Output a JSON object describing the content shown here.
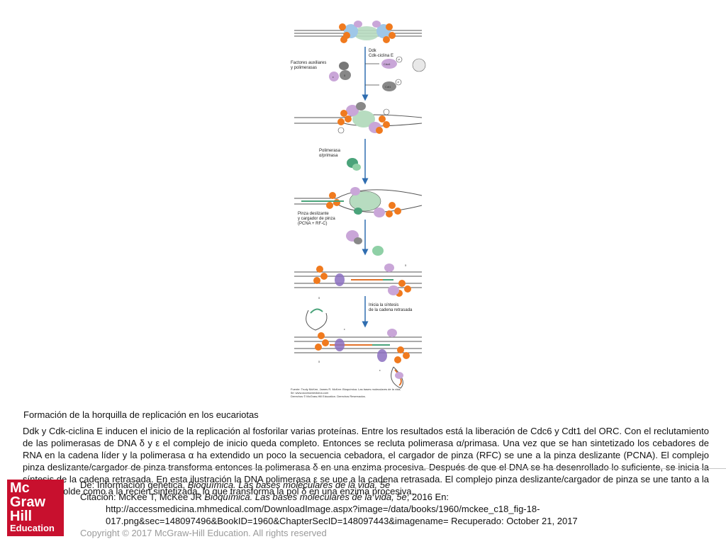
{
  "figure": {
    "labels": {
      "ddk": "Ddk",
      "cdk_ciclina": "Cdk-ciclina E",
      "factores": "Factores auxiliares",
      "polimerasas": "y polimerasas",
      "cdc6": "Cdc6",
      "cdt1": "Cdt1",
      "polimerasa": "Polimerasa",
      "primasa": "α/primasa",
      "pinza1": "Pinza deslizante",
      "pinza2": "y cargador de pinza",
      "pinza3": "(PCNA + RF-C)",
      "inicia1": "Inicia la síntesis",
      "inicia2": "de la cadena retrasada",
      "p": "P",
      "epsilon": "ε",
      "delta": "δ",
      "alpha": "α"
    },
    "fuente": {
      "line1": "Fuente: Trudy McKee, James R. McKee: Bioquímica. Las bases moleculares de la vida,",
      "line2": "5e: www.accessmedicina.com",
      "line3": "Derechos © McGraw-Hill Education. Derechos Reservados."
    }
  },
  "caption": {
    "title": "Formación de la horquilla de replicación en los eucariotas",
    "body": " Ddk y Cdk-ciclina E inducen el inicio de la replicación al fosforilar varias proteínas. Entre los resultados está la liberación de Cdc6 y Cdt1 del ORC. Con el reclutamiento de las polimerasas de DNA δ y ε el complejo de inicio queda completo. Entonces se recluta polimerasa α/primasa. Una vez que se han sintetizado los cebadores de RNA en la cadena líder y la polimerasa α ha extendido un poco la secuencia cebadora, el cargador de pinza (RFC) se une a la pinza deslizante (PCNA). El complejo pinza deslizante/cargador de pinza transforma entonces la polimerasa δ en una enzima procesiva. Después de que el DNA se ha desenrollado lo suficiente, se inicia la síntesis de la cadena retrasada. En esta ilustración la DNA polimerasa ε se une a la cadena retrasada. El complejo pinza deslizante/cargador de pinza se une tanto a la cadena molde como a la recién sintetizada, lo que transforma la pol δ en una enzima procesiva."
  },
  "source": {
    "de_prefix": "De: Información genética, ",
    "de_title": "Bioquímica. Las bases moleculares de la vida, 5e",
    "cite_prefix": "Citación: McKee T, McKee JR ",
    "cite_title": "Bioquímica. Las bases moleculares de la vida, 5e",
    "cite_mid": "; 2016 En:",
    "url1": "http://accessmedicina.mhmedical.com/DownloadImage.aspx?image=/data/books/1960/mckee_c18_fig-18-",
    "url2": "017.png&sec=148097496&BookID=1960&ChapterSecID=148097443&imagename= Recuperado: October 21, 2017"
  },
  "logo": {
    "l1": "Mc",
    "l2": "Graw",
    "l3": "Hill",
    "l4": "Education"
  },
  "copyright": "Copyright © 2017 McGraw-Hill Education. All rights reserved",
  "colors": {
    "orange": "#f07a1e",
    "blue": "#3a78b8",
    "green": "#7dbf8a",
    "purple": "#9a86c4",
    "gray": "#8c8c8c",
    "logo_red": "#c8102e"
  }
}
